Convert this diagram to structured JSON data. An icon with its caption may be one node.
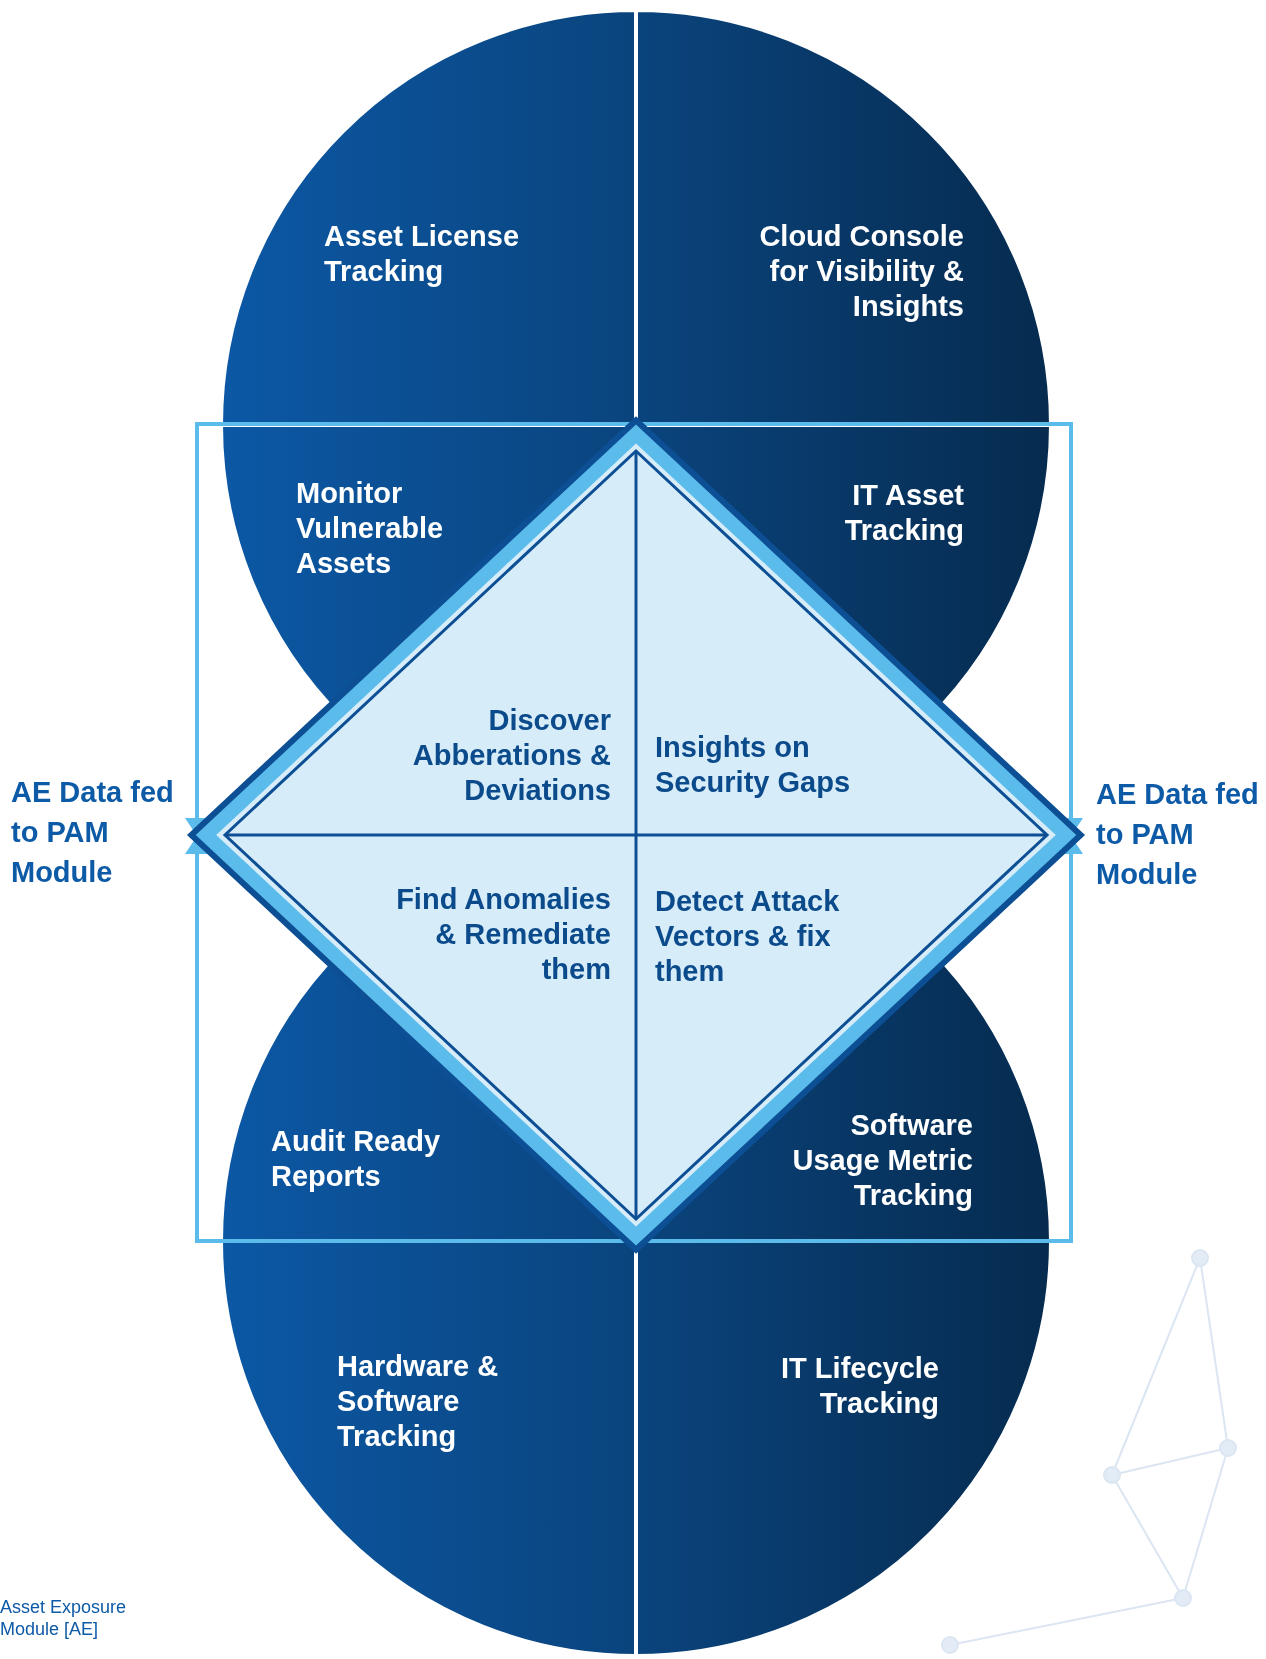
{
  "diagram": {
    "caption": "Asset Exposure Module [AE]",
    "nodes": [
      {
        "text": [
          "Asset License Tracking"
        ]
      },
      {
        "text": [
          "Cloud Console for Visibility & Insights"
        ]
      },
      {
        "text": [
          "Monitor Vulnerable Assets"
        ]
      },
      {
        "text": [
          "IT Asset Tracking"
        ]
      },
      {
        "text": [
          "Discover Abberations & Deviations"
        ]
      },
      {
        "text": [
          "Insights on Security Gaps"
        ]
      },
      {
        "text": [
          "Find Anomalies & Remediate them"
        ]
      },
      {
        "text": [
          "Detect Attack Vectors & fix them"
        ]
      },
      {
        "text": [
          "Audit Ready Reports"
        ]
      },
      {
        "text": [
          "Software Usage Metric Tracking"
        ]
      },
      {
        "text": [
          "Hardware & Software Tracking"
        ]
      },
      {
        "text": [
          "IT Lifecycle Tracking"
        ]
      }
    ],
    "edges": [],
    "labels": [
      "AE Data fed to PAM Module",
      "AE Data fed to PAM Module"
    ]
  }
}
